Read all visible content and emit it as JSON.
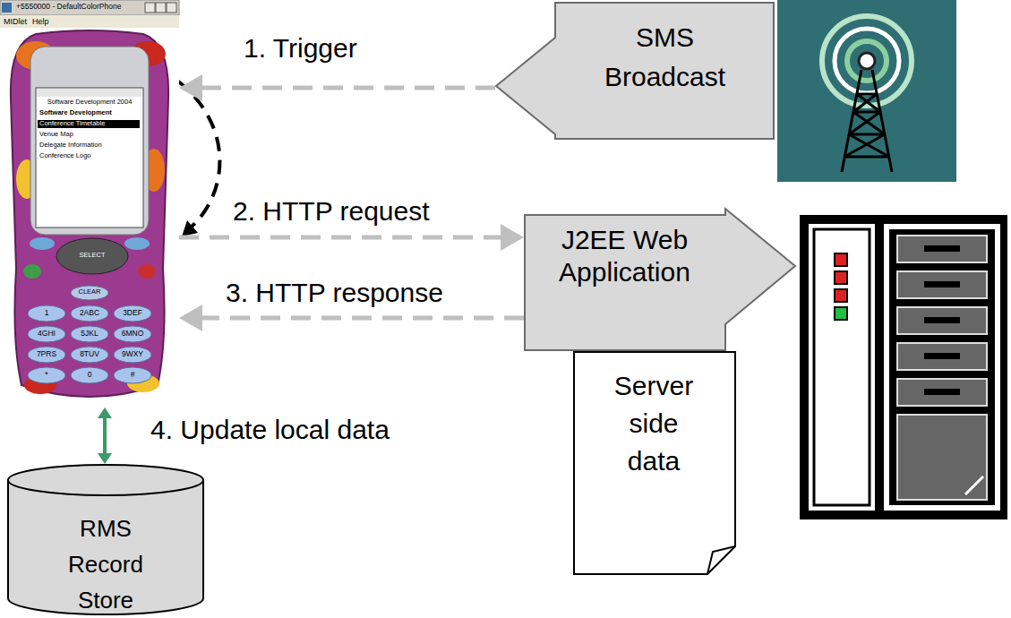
{
  "diagram": {
    "nodes": [
      {
        "text": [
          "+5550000 - DefaultColorPhone",
          "MIDlet",
          "Help",
          "Software Development 2004",
          "Software Development",
          "Conference Timetable",
          "Venue Map",
          "Delegate Information",
          "Conference Logo",
          "SELECT",
          "CLEAR",
          "1",
          "2ABC",
          "3DEF",
          "4GHI",
          "5JKL",
          "6MNO",
          "7PRS",
          "8TUV",
          "9WXY",
          "*",
          "0",
          "#"
        ]
      },
      {
        "text": [
          "SMS Broadcast"
        ]
      },
      {
        "text": [
          "J2EE Web Application"
        ]
      },
      {
        "text": [
          "Server side data"
        ]
      },
      {
        "text": [
          "RMS Record Store"
        ]
      }
    ],
    "edges": [
      {
        "from": 1,
        "to": 0,
        "arrow": "to",
        "label": "1. Trigger"
      },
      {
        "from": 0,
        "to": 2,
        "arrow": "to",
        "label": "2. HTTP request"
      },
      {
        "from": 2,
        "to": 0,
        "arrow": "to",
        "label": "3. HTTP response"
      },
      {
        "from": 0,
        "to": 4,
        "arrow": "both",
        "label": "4. Update local data"
      }
    ]
  }
}
